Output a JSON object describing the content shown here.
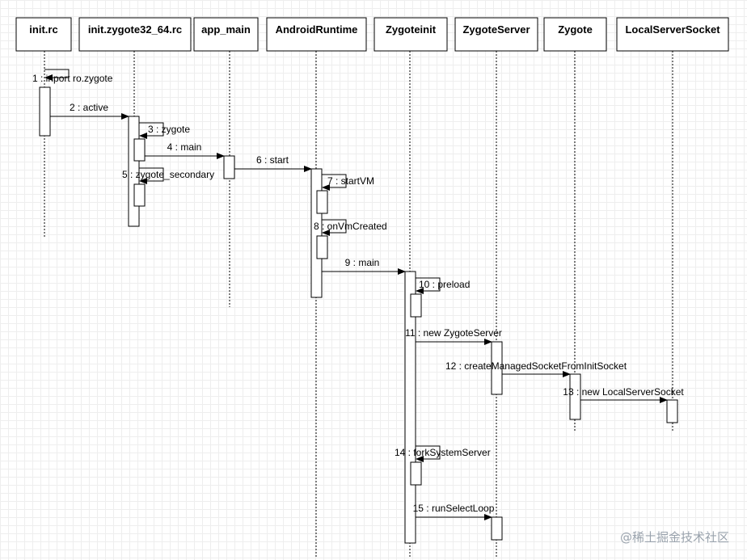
{
  "participants": [
    {
      "name": "init.rc"
    },
    {
      "name": "init.zygote32_64.rc"
    },
    {
      "name": "app_main"
    },
    {
      "name": "AndroidRuntime"
    },
    {
      "name": "Zygoteinit"
    },
    {
      "name": "ZygoteServer"
    },
    {
      "name": "Zygote"
    },
    {
      "name": "LocalServerSocket"
    }
  ],
  "messages": [
    {
      "n": 1,
      "label": "1 : inport ro.zygote",
      "from": 0,
      "to": 0,
      "self": true
    },
    {
      "n": 2,
      "label": "2 : active",
      "from": 0,
      "to": 1
    },
    {
      "n": 3,
      "label": "3 : zygote",
      "from": 1,
      "to": 1,
      "self": true
    },
    {
      "n": 4,
      "label": "4 : main",
      "from": 1,
      "to": 2
    },
    {
      "n": 5,
      "label": "5 : zygote_secondary",
      "from": 1,
      "to": 1,
      "self": true
    },
    {
      "n": 6,
      "label": "6 : start",
      "from": 2,
      "to": 3
    },
    {
      "n": 7,
      "label": "7 : startVM",
      "from": 3,
      "to": 3,
      "self": true
    },
    {
      "n": 8,
      "label": "8 : onVmCreated",
      "from": 3,
      "to": 3,
      "self": true
    },
    {
      "n": 9,
      "label": "9 : main",
      "from": 3,
      "to": 4
    },
    {
      "n": 10,
      "label": "10 : preload",
      "from": 4,
      "to": 4,
      "self": true
    },
    {
      "n": 11,
      "label": "11 : new ZygoteServer",
      "from": 4,
      "to": 5
    },
    {
      "n": 12,
      "label": "12 : createManagedSocketFromInitSocket",
      "from": 5,
      "to": 6
    },
    {
      "n": 13,
      "label": "13 : new LocalServerSocket",
      "from": 6,
      "to": 7
    },
    {
      "n": 14,
      "label": "14 : forkSystemServer",
      "from": 4,
      "to": 4,
      "self": true
    },
    {
      "n": 15,
      "label": "15 : runSelectLoop",
      "from": 4,
      "to": 5
    }
  ],
  "colors": {
    "line": "#000000",
    "box_fill": "#ffffff",
    "watermark": "#9aa3ad"
  },
  "watermark": "@稀土掘金技术社区"
}
